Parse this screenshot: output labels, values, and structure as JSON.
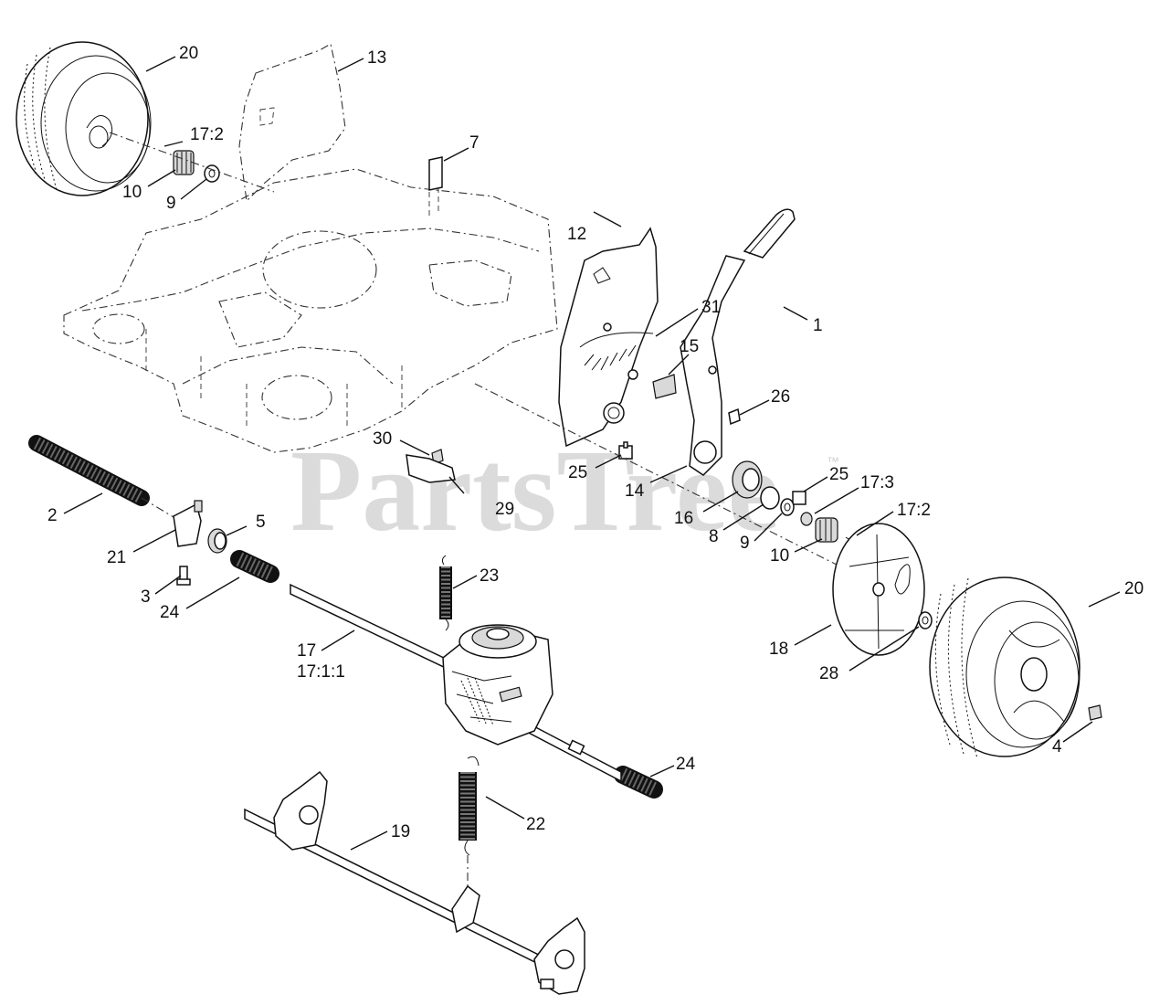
{
  "watermark": {
    "text": "PartsTree",
    "tm": "™"
  },
  "callouts": [
    {
      "id": "c-20a",
      "text": "20"
    },
    {
      "id": "c-13",
      "text": "13"
    },
    {
      "id": "c-17-2a",
      "text": "17:2"
    },
    {
      "id": "c-7",
      "text": "7"
    },
    {
      "id": "c-10a",
      "text": "10"
    },
    {
      "id": "c-9a",
      "text": "9"
    },
    {
      "id": "c-12",
      "text": "12"
    },
    {
      "id": "c-31",
      "text": "31"
    },
    {
      "id": "c-1",
      "text": "1"
    },
    {
      "id": "c-15",
      "text": "15"
    },
    {
      "id": "c-26",
      "text": "26"
    },
    {
      "id": "c-30",
      "text": "30"
    },
    {
      "id": "c-25a",
      "text": "25"
    },
    {
      "id": "c-14",
      "text": "14"
    },
    {
      "id": "c-25b",
      "text": "25"
    },
    {
      "id": "c-17-3",
      "text": "17:3"
    },
    {
      "id": "c-29",
      "text": "29"
    },
    {
      "id": "c-16",
      "text": "16"
    },
    {
      "id": "c-17-2b",
      "text": "17:2"
    },
    {
      "id": "c-2",
      "text": "2"
    },
    {
      "id": "c-8",
      "text": "8"
    },
    {
      "id": "c-9b",
      "text": "9"
    },
    {
      "id": "c-5",
      "text": "5"
    },
    {
      "id": "c-10b",
      "text": "10"
    },
    {
      "id": "c-20b",
      "text": "20"
    },
    {
      "id": "c-21",
      "text": "21"
    },
    {
      "id": "c-23",
      "text": "23"
    },
    {
      "id": "c-3",
      "text": "3"
    },
    {
      "id": "c-24a",
      "text": "24"
    },
    {
      "id": "c-18",
      "text": "18"
    },
    {
      "id": "c-17",
      "text": "17"
    },
    {
      "id": "c-17-1-1",
      "text": "17:1:1"
    },
    {
      "id": "c-28",
      "text": "28"
    },
    {
      "id": "c-4",
      "text": "4"
    },
    {
      "id": "c-24b",
      "text": "24"
    },
    {
      "id": "c-22",
      "text": "22"
    },
    {
      "id": "c-19",
      "text": "19"
    }
  ]
}
